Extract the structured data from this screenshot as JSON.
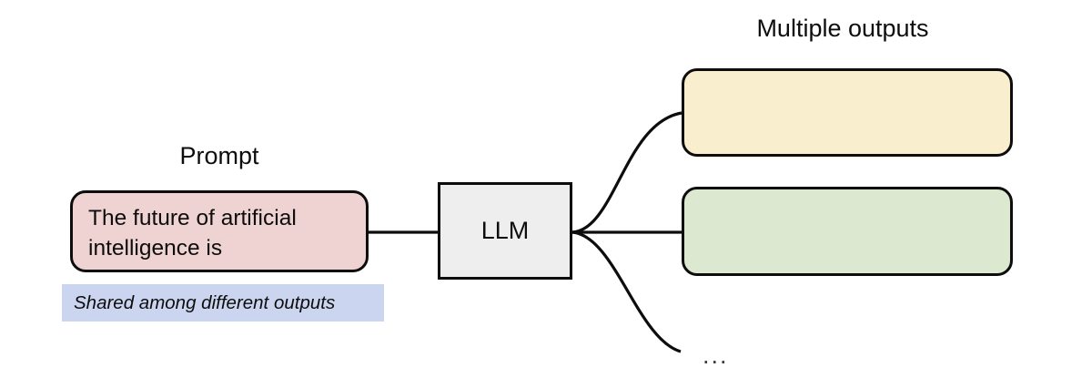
{
  "figure": {
    "title_prompt_side": "Prompt",
    "title_outputs_side": "Multiple outputs",
    "ellipsis": "..."
  },
  "prompt": {
    "label": "Prompt",
    "text_line_1": "The future of artificial",
    "text_line_2": "intelligence is",
    "full_text": "The future of artificial intelligence is",
    "fill_color": "#EFD2D2",
    "border_color": "#0D0D0D"
  },
  "shared_note": {
    "text": "Shared among different outputs",
    "fill_color": "#CCD5F0"
  },
  "model": {
    "label": "LLM",
    "fill_color": "#EEEEEE",
    "border_color": "#0D0D0D"
  },
  "outputs": {
    "heading": "Multiple outputs",
    "ellipsis": "...",
    "items": [
      {
        "name": "output-1",
        "text": "",
        "fill_color": "#F9EECE"
      },
      {
        "name": "output-2",
        "text": "",
        "fill_color": "#DCE8D0"
      }
    ]
  },
  "connectors": {
    "stroke_color": "#0D0D0D",
    "edges": [
      {
        "from": "prompt",
        "to": "llm",
        "style": "straight"
      },
      {
        "from": "llm",
        "to": "output-1",
        "style": "curved-up"
      },
      {
        "from": "llm",
        "to": "output-2",
        "style": "straight"
      },
      {
        "from": "llm",
        "to": "ellipsis",
        "style": "curved-down"
      }
    ]
  }
}
